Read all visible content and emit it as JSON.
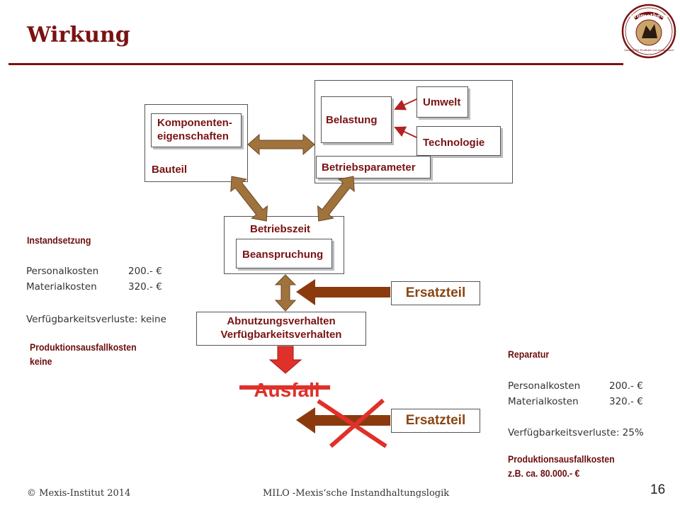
{
  "slide": {
    "title": "Wirkung",
    "page_number": "16",
    "footer_left": "© Mexis-Institut 2014",
    "footer_center": "MILO -Mexis‘sche Instandhaltungslogik"
  },
  "diagram": {
    "komponenten": "Komponenten-\neigenschaften",
    "bauteil": "Bauteil",
    "belastung": "Belastung",
    "umwelt": "Umwelt",
    "technologie": "Technologie",
    "betriebsparameter": "Betriebsparameter",
    "betriebszeit": "Betriebszeit",
    "beanspruchung": "Beanspruchung",
    "abnutzung": "Abnutzungsverhalten\nVerfügbarkeitsverhalten",
    "ausfall": "Ausfall",
    "ersatzteil_top": "Ersatzteil",
    "ersatzteil_bottom": "Ersatzteil"
  },
  "instandsetzung": {
    "heading": "Instandsetzung",
    "personal_label": "Personalkosten",
    "personal_value": "200.- €",
    "material_label": "Materialkosten",
    "material_value": "320.- €",
    "verfuegbarkeit": "Verfügbarkeitsverluste: keine",
    "produktion_line1": "Produktionsausfallkosten",
    "produktion_line2": "keine"
  },
  "reparatur": {
    "heading": "Reparatur",
    "personal_label": "Personalkosten",
    "personal_value": "200.- €",
    "material_label": "Materialkosten",
    "material_value": "320.- €",
    "verfuegbarkeit": "Verfügbarkeitsverluste: 25%",
    "produktion_line1": "Produktionsausfallkosten",
    "produktion_line2": "z.B. ca. 80.000.- €"
  },
  "logo": {
    "name": "Prometheus",
    "tagline": "Qualität für Produkte aus erster Hand",
    "accent": "#7a1212"
  },
  "colors": {
    "title": "#7a1212",
    "arrow_brown": "#a0723c",
    "arrow_dark": "#8b3a0e",
    "red": "#e0302a"
  }
}
